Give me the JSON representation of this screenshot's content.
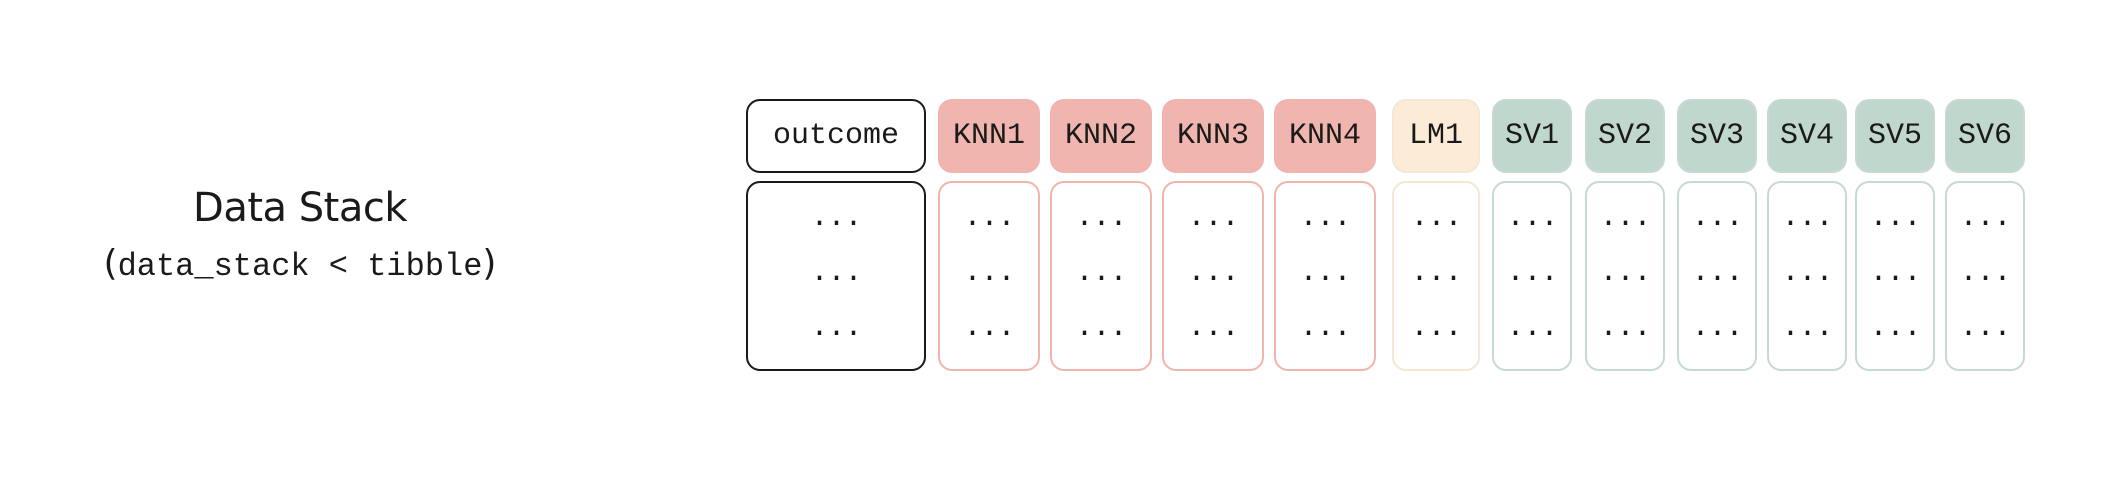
{
  "title": "Data Stack",
  "subtitle_open": "(",
  "subtitle_code": "data_stack < tibble",
  "subtitle_close": ")",
  "ellipsis": "...",
  "columns": [
    {
      "label": "outcome",
      "group": "outcome"
    },
    {
      "label": "KNN1",
      "group": "knn"
    },
    {
      "label": "KNN2",
      "group": "knn"
    },
    {
      "label": "KNN3",
      "group": "knn"
    },
    {
      "label": "KNN4",
      "group": "knn"
    },
    {
      "label": "LM1",
      "group": "lm"
    },
    {
      "label": "SV1",
      "group": "sv"
    },
    {
      "label": "SV2",
      "group": "sv"
    },
    {
      "label": "SV3",
      "group": "sv"
    },
    {
      "label": "SV4",
      "group": "sv"
    },
    {
      "label": "SV5",
      "group": "sv"
    },
    {
      "label": "SV6",
      "group": "sv"
    }
  ],
  "colors": {
    "outcome_border": "#1a1a1a",
    "knn_fill": "#f0b5ae",
    "knn_border": "#f0b5ae",
    "lm_fill": "#fcebd6",
    "lm_border": "#f6e6d3",
    "sv_fill": "#c0d7cd",
    "sv_border": "#c6dad1"
  }
}
